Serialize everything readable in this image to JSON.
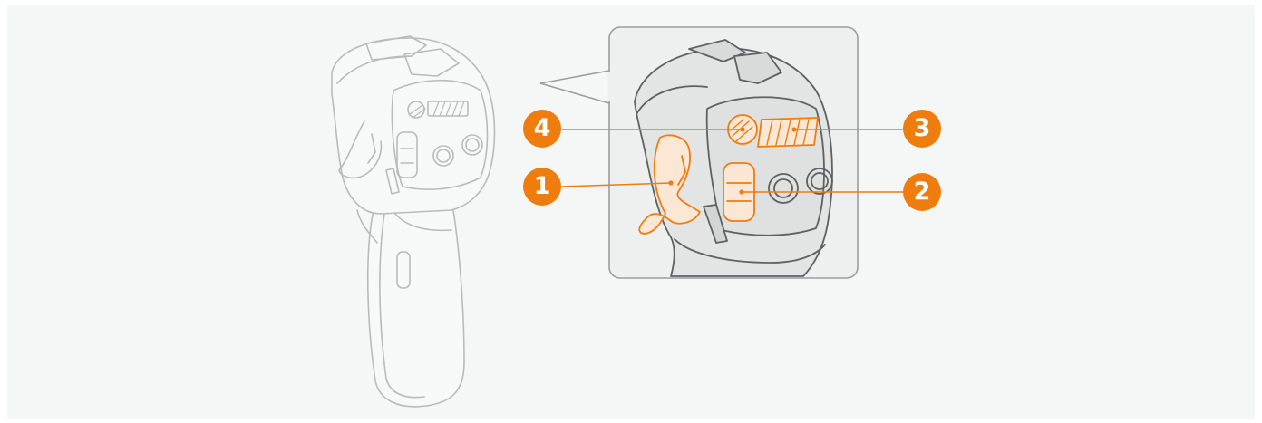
{
  "callouts": [
    {
      "number": "1",
      "target": "trigger"
    },
    {
      "number": "2",
      "target": "mode-switch"
    },
    {
      "number": "3",
      "target": "scroll-wheel"
    },
    {
      "number": "4",
      "target": "lock-button"
    }
  ],
  "colors": {
    "background": "#f5f6f6",
    "outline": "#b9bbbb",
    "outline_dark": "#8f9292",
    "highlight": "#ef7d0e",
    "callout_box_border": "#9a9d9d"
  },
  "icons": [
    "controller-illustration",
    "controller-zoom-illustration"
  ]
}
